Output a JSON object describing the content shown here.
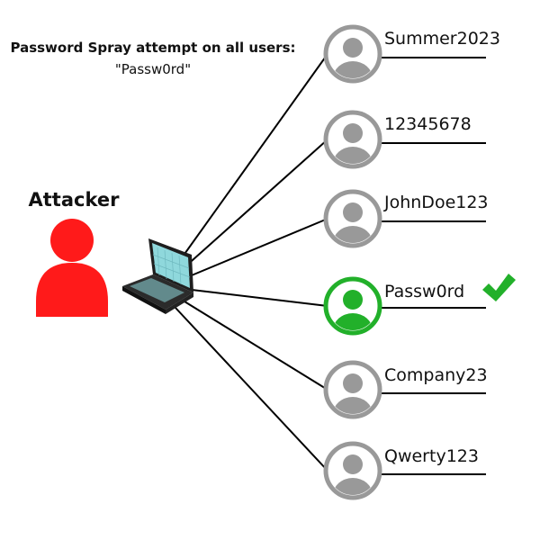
{
  "diagram": {
    "title": "Password Spray attempt on all users:",
    "subtitle": "\"Passw0rd\"",
    "attacker_label": "Attacker",
    "colors": {
      "attacker": "#ff1a1a",
      "user_default": "#999999",
      "user_success": "#22b02a",
      "checkmark": "#22b02a",
      "connector": "#000000"
    },
    "users": [
      {
        "label": "Summer2023",
        "success": false,
        "icon": "user-icon"
      },
      {
        "label": "12345678",
        "success": false,
        "icon": "user-icon"
      },
      {
        "label": "JohnDoe123",
        "success": false,
        "icon": "user-icon"
      },
      {
        "label": "Passw0rd",
        "success": true,
        "icon": "user-icon",
        "badge": "checkmark-icon"
      },
      {
        "label": "Company23",
        "success": false,
        "icon": "user-icon"
      },
      {
        "label": "Qwerty123",
        "success": false,
        "icon": "user-icon"
      }
    ]
  }
}
